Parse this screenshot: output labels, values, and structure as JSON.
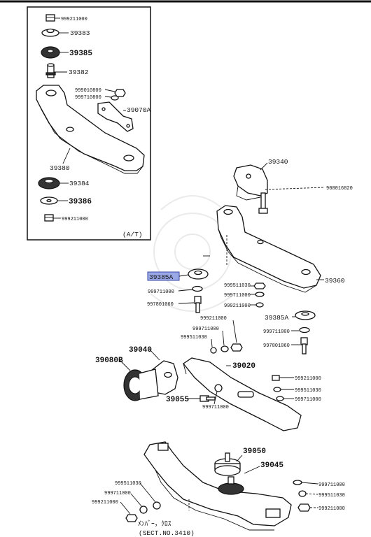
{
  "inset": {
    "caption": "(A/T)",
    "labels": {
      "p999211000_top": "999211000",
      "p39383": "39383",
      "p39385": "39385",
      "p39382": "39382",
      "p999010800": "999010800",
      "p999710800": "999710800",
      "p39070A": "39070A",
      "p39380": "39380",
      "p39384": "39384",
      "p39386": "39386",
      "p999211000_bot": "999211000"
    }
  },
  "main": {
    "highlight": "39385A",
    "labels": {
      "p39340": "39340",
      "p908016820": "908016820",
      "p39360": "39360",
      "p999511030_a": "999511030",
      "p999711000_a": "999711000",
      "p999211000_a": "999211000",
      "p39385A_r": "39385A",
      "p999711000_b": "999711000",
      "p997801060_b": "997801060",
      "p999711000_l": "999711000",
      "p997801060_l": "997801060",
      "p999211000_c": "999211000",
      "p999711000_c": "999711000",
      "p999511030_c": "999511030",
      "p39040": "39040",
      "p39080B": "39080B",
      "p39020": "39020",
      "p999211000_d": "999211000",
      "p999511030_d": "999511030",
      "p999711000_d": "999711000",
      "p39055": "39055",
      "p999711000_e": "999711000",
      "p39050": "39050",
      "p39045": "39045",
      "p999511030_f": "999511030",
      "p999711000_f": "999711000",
      "p999211000_f": "999211000",
      "p999711000_g": "999711000",
      "p999511030_g": "999511030",
      "p999211000_g": "999211000",
      "member_note": "ﾒﾝﾊﾞｰ，ｸﾛｽ",
      "section_note": "(SECT.NO.3410)"
    }
  }
}
